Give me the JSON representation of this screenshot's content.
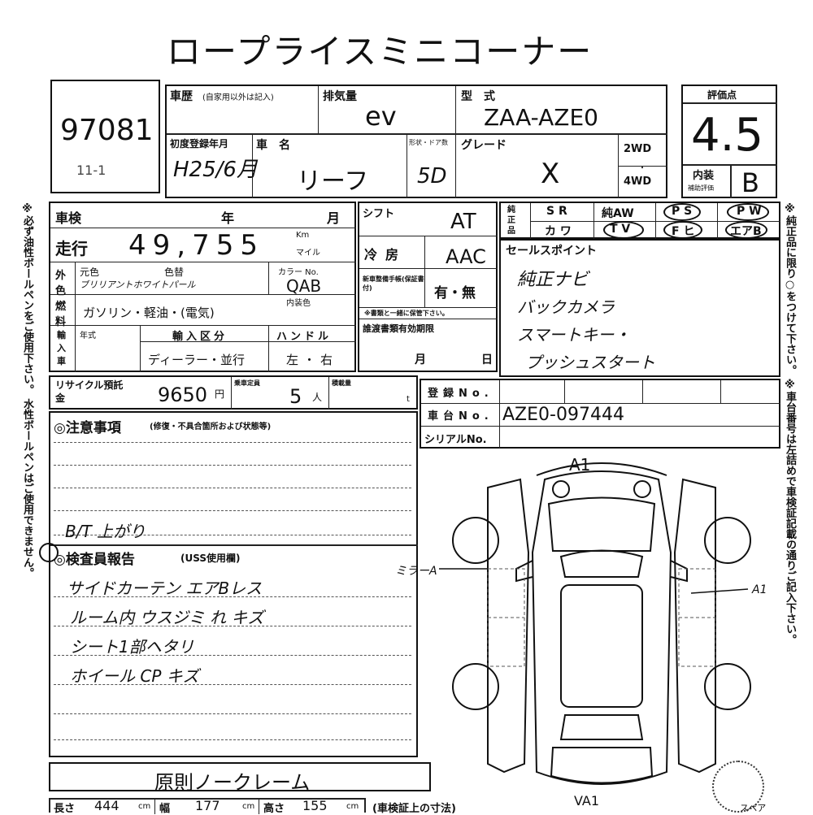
{
  "header": {
    "title": "ロープライスミニコーナー"
  },
  "lot": {
    "number": "97081",
    "sub": "11-1"
  },
  "grade": {
    "label": "評価点",
    "value": "4.5",
    "interior_label": "内装",
    "interior_sub": "補助評価",
    "interior_value": "B"
  },
  "vehicle": {
    "history_label": "車歴",
    "history_note": "(自家用以外は記入)",
    "displacement_label": "排気量",
    "displacement_value": "ev",
    "model_label": "型　式",
    "model_value": "ZAA-AZE0",
    "first_reg_label": "初度登録年月",
    "first_reg_value": "H25/6月",
    "name_label": "車　名",
    "name_value": "リーフ",
    "doors_label": "形状・ドア数",
    "doors_value": "5D",
    "grade_label": "グレード",
    "grade_value": "X",
    "drive_2wd": "2WD",
    "drive_dot": "・",
    "drive_4wd": "4WD"
  },
  "inspection": {
    "shaken_label": "車検",
    "year_label": "年",
    "month_label": "月",
    "mileage_label": "走行",
    "mileage_value": "49,755",
    "mileage_km": "Km",
    "mileage_mile": "マイル",
    "shift_label": "シフト",
    "shift_value": "AT",
    "color_side_label": "外色",
    "orig_color_label": "元色",
    "color_change_label": "色替",
    "color_value": "ブリリアントホワイトパール",
    "color_code_label": "カラー No.",
    "color_code_value": "QAB",
    "ac_label": "冷房",
    "ac_value": "AAC",
    "new_warranty_label": "新車整備手帳(保証書付)",
    "new_warranty_value": "有・無",
    "new_warranty_note": "※書類と一緒に保管下さい。",
    "fuel_label": "燃料",
    "fuel_value": "ガソリン・軽油・(電気)",
    "interior_color_label": "内装色",
    "import_label": "輸入車",
    "year_short": "年式",
    "import_type_label": "輸入区分",
    "import_type_value": "ディーラー・並行",
    "handle_label": "ハンドル",
    "handle_value": "左・右",
    "tax_label": "誰渡書類有効期限",
    "tax_month": "月",
    "tax_day": "日"
  },
  "equipment": {
    "label": "純正品",
    "row1": [
      "S R",
      "純AW",
      "P S",
      "P W"
    ],
    "row2": [
      "カ ワ",
      "T V",
      "F ヒ",
      "エアB"
    ]
  },
  "sales_points": {
    "label": "セールスポイント",
    "items": [
      "純正ナビ",
      "バックカメラ",
      "スマートキー・",
      "プッシュスタート"
    ]
  },
  "recycle": {
    "label": "リサイクル預託金",
    "value": "9650",
    "unit": "円",
    "capacity_label": "乗車定員",
    "capacity_value": "5",
    "capacity_unit": "人",
    "load_label": "積載量",
    "load_unit": "t"
  },
  "registration": {
    "reg_label": "登録No.",
    "chassis_label": "車台No.",
    "chassis_value": "AZE0-097444",
    "serial_label": "シリアルNo."
  },
  "notes": {
    "caution_label": "◎注意事項",
    "caution_note": "(修復・不具合箇所および状態等)",
    "caution_text": "B/T 上がり",
    "inspector_label": "◎検査員報告",
    "inspector_note": "(USS使用欄)",
    "report_lines": [
      "サイドカーテン エアBレス",
      "ルーム内 ウスジミ れ キズ",
      "シート1部ヘタリ",
      "ホイール CP キズ"
    ]
  },
  "diagram": {
    "front_mark": "A1",
    "side_mark": "ミラーA",
    "right_mark": "A1",
    "rear_mark": "VA1",
    "spare_label": "スペア"
  },
  "footer": {
    "claim": "原則ノークレーム",
    "length_label": "長さ",
    "length_value": "444",
    "width_label": "幅",
    "width_value": "177",
    "height_label": "高さ",
    "height_value": "155",
    "unit": "cm",
    "note": "(車検証上の寸法)"
  },
  "side_notes": {
    "left": "※必ず油性ボールペンをご使用下さい。 水性ボールペンはご使用できません。",
    "right": "※純正品に限り○をつけて下さい。 ※車台番号は左詰めで車検証記載の通りご記入下さい。"
  }
}
